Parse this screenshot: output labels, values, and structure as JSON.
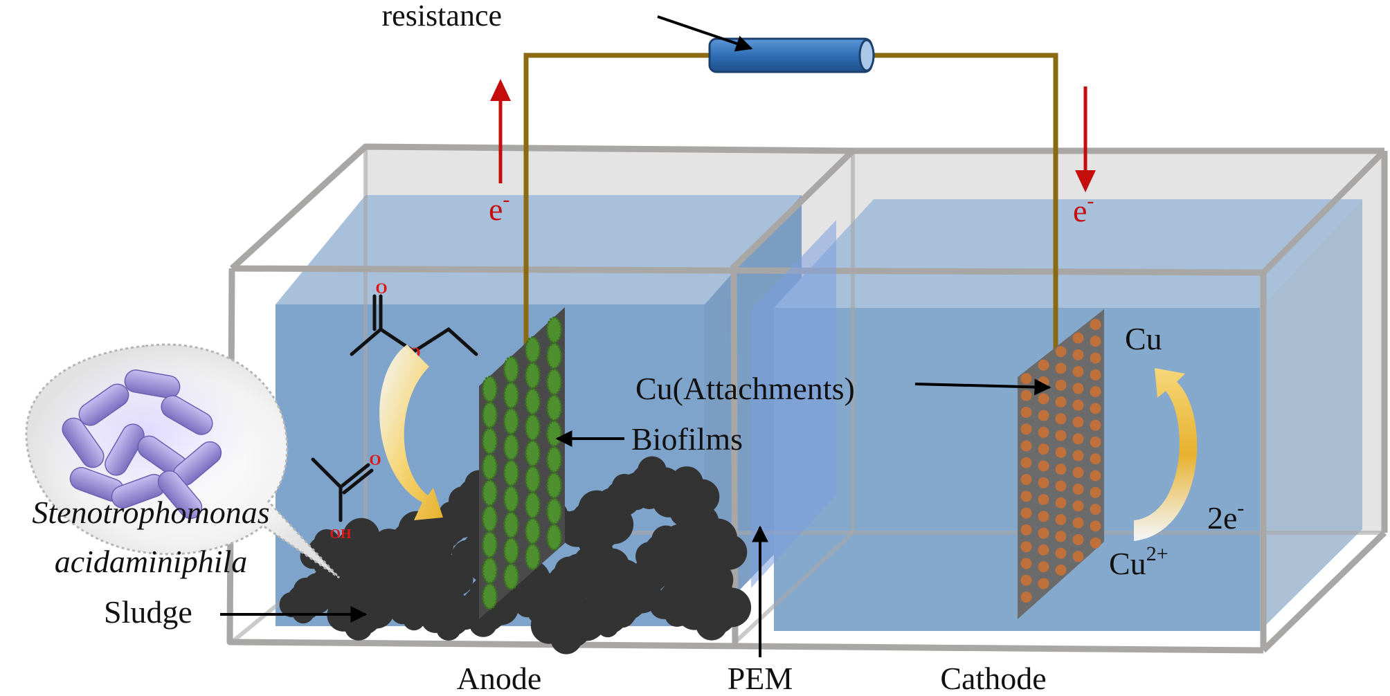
{
  "labels": {
    "resistance": "resistance",
    "electron_left": "e",
    "electron_left_sup": "-",
    "electron_right": "e",
    "electron_right_sup": "-",
    "cu": "Cu",
    "cu_attachments": "Cu(Attachments)",
    "biofilms": "Biofilms",
    "two_electrons": "2e",
    "two_electrons_sup": "-",
    "cu_ion": "Cu",
    "cu_ion_sup": "2+",
    "organism_line1": "Stenotrophomonas",
    "organism_line2": "acidaminiphila",
    "sludge": "Sludge",
    "anode": "Anode",
    "pem": "PEM",
    "cathode": "Cathode"
  },
  "molecule_atoms": {
    "ester_carbonyl_o": "O",
    "ester_o": "O",
    "acid_carbonyl_o": "O",
    "acid_oh": "OH"
  },
  "colors": {
    "tank_frame": "#a9a6a6",
    "water": "#7ea4cc",
    "wire": "#8a6a12",
    "resistor": "#2f6fb6",
    "electron_arrow": "#c40d0d",
    "biofilm_green": "#4e8f2f",
    "electrode_gray": "#666666",
    "cu_dot": "#c0703a",
    "sludge": "#333333",
    "bacteria": "#9a8fd1",
    "reaction_arrow": "#f0c24a",
    "atom_red": "#e01515"
  }
}
